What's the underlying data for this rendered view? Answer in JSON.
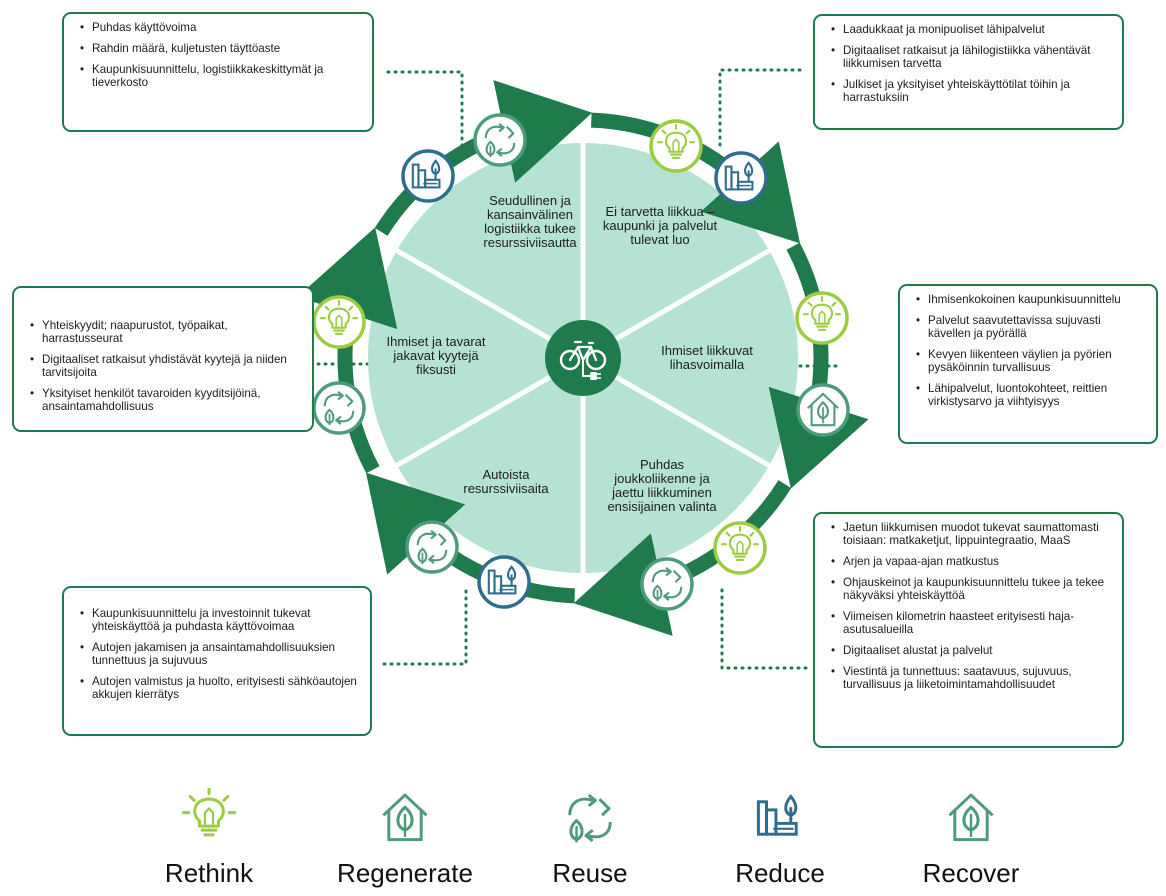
{
  "colors": {
    "dark_green": "#1f7a4c",
    "light_green_fill": "#b5e2d3",
    "icon_blue": "#2e6e8c",
    "icon_green": "#4e9b7c",
    "rethink_yellow_green": "#9ccc42"
  },
  "hub": {
    "icon": "bicycle-charging-icon"
  },
  "segments": [
    {
      "id": "logistics",
      "label": "Seudullinen ja kansainvälinen logistiikka tukee resurssiviisautta"
    },
    {
      "id": "no-need",
      "label": "Ei tarvetta liikkua – kaupunki ja palvelut tulevat luo"
    },
    {
      "id": "active",
      "label": "Ihmiset liikkuvat lihasvoimalla"
    },
    {
      "id": "public",
      "label": "Puhdas joukkoliikenne ja jaettu liikkuminen ensisijainen valinta"
    },
    {
      "id": "cars",
      "label": "Autoista resurssiviisaita"
    },
    {
      "id": "sharing",
      "label": "Ihmiset ja tavarat jakavat kyytejä fiksusti"
    }
  ],
  "boxes": {
    "top_left": [
      "Puhdas käyttövoima",
      "Rahdin määrä, kuljetusten täyttöaste",
      "Kaupunkisuunnittelu, logistiikkakeskittymät ja tieverkosto"
    ],
    "top_right": [
      "Laadukkaat ja monipuoliset lähipalvelut",
      "Digitaaliset ratkaisut ja lähilogistiikka vähentävät liikkumisen tarvetta",
      "Julkiset ja yksityiset yhteiskäyttötilat töihin ja harrastuksiin"
    ],
    "mid_left": [
      "Yhteiskyydit; naapurustot, työpaikat, harrastusseurat",
      "Digitaaliset ratkaisut yhdistävät kyytejä ja niiden tarvitsijoita",
      "Yksityiset henkilöt tavaroiden kyyditsijöinä, ansaintamahdollisuus"
    ],
    "mid_right": [
      "Ihmisenkokoinen kaupunkisuunnittelu",
      "Palvelut saavutettavissa sujuvasti kävellen ja pyörällä",
      "Kevyen liikenteen väylien ja pyörien pysäköinnin turvallisuus",
      "Lähipalvelut, luontokohteet, reittien virkistysarvo ja viihtyisyys"
    ],
    "bottom_left": [
      "Kaupunkisuunnittelu ja investoinnit tukevat yhteiskäyttöä ja puhdasta käyttövoimaa",
      "Autojen jakamisen ja ansaintamahdollisuuksien tunnettuus ja sujuvuus",
      "Autojen valmistus ja huolto, erityisesti sähköautojen akkujen kierrätys"
    ],
    "bottom_right": [
      "Jaetun liikkumisen muodot tukevat saumattomasti toisiaan: matkaketjut, lippuintegraatio, MaaS",
      "Arjen ja vapaa-ajan matkustus",
      "Ohjauskeinot ja kaupunkisuunnittelu tukee ja tekee näkyväksi yhteiskäyttöä",
      "Viimeisen kilometrin haasteet erityisesti haja-asutusalueilla",
      "Digitaaliset alustat ja palvelut",
      "Viestintä ja tunnettuus: saatavuus, sujuvuus, turvallisuus ja liiketoimintamahdollisuudet"
    ]
  },
  "ring_icons": [
    {
      "type": "reuse",
      "icon": "reuse-icon"
    },
    {
      "type": "reduce",
      "icon": "reduce-icon"
    },
    {
      "type": "rethink",
      "icon": "rethink-icon"
    },
    {
      "type": "reduce",
      "icon": "reduce-icon"
    },
    {
      "type": "rethink",
      "icon": "rethink-icon"
    },
    {
      "type": "recover",
      "icon": "recover-icon"
    },
    {
      "type": "rethink",
      "icon": "rethink-icon"
    },
    {
      "type": "reuse",
      "icon": "reuse-icon"
    },
    {
      "type": "reduce",
      "icon": "reduce-icon"
    },
    {
      "type": "reuse",
      "icon": "reuse-icon"
    },
    {
      "type": "rethink",
      "icon": "rethink-icon"
    },
    {
      "type": "reuse",
      "icon": "reuse-icon"
    }
  ],
  "legend": [
    {
      "label": "Rethink",
      "icon": "rethink-icon"
    },
    {
      "label": "Regenerate",
      "icon": "regenerate-icon"
    },
    {
      "label": "Reuse",
      "icon": "reuse-icon"
    },
    {
      "label": "Reduce",
      "icon": "reduce-icon"
    },
    {
      "label": "Recover",
      "icon": "recover-icon"
    }
  ]
}
